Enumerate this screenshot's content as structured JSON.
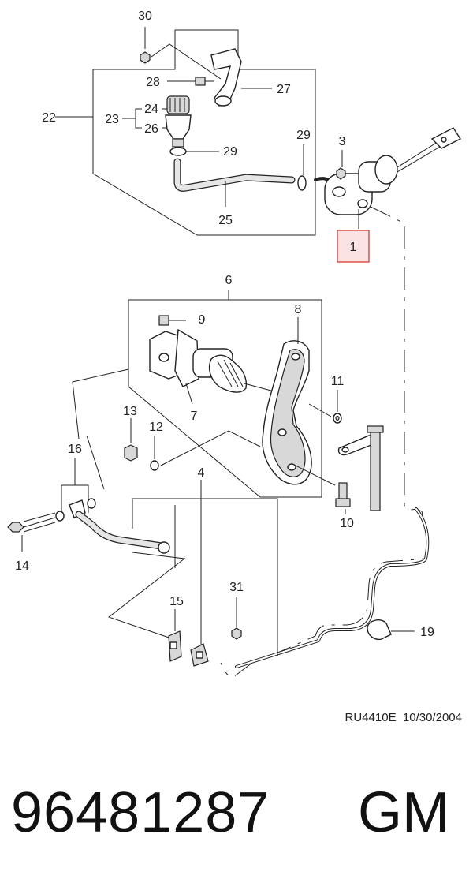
{
  "diagram": {
    "callouts": {
      "c1": "1",
      "c3": "3",
      "c4": "4",
      "c6": "6",
      "c7": "7",
      "c8": "8",
      "c9": "9",
      "c10": "10",
      "c11": "11",
      "c12": "12",
      "c13": "13",
      "c14": "14",
      "c15": "15",
      "c16": "16",
      "c19": "19",
      "c22": "22",
      "c23": "23",
      "c24": "24",
      "c25": "25",
      "c26": "26",
      "c27": "27",
      "c28": "28",
      "c29a": "29",
      "c29b": "29",
      "c30": "30",
      "c31": "31"
    },
    "highlight_color": "#d9534f",
    "drawing_ref": "RU4410E  10/30/2004"
  },
  "footer": {
    "part_number": "96481287",
    "brand": "GM"
  }
}
